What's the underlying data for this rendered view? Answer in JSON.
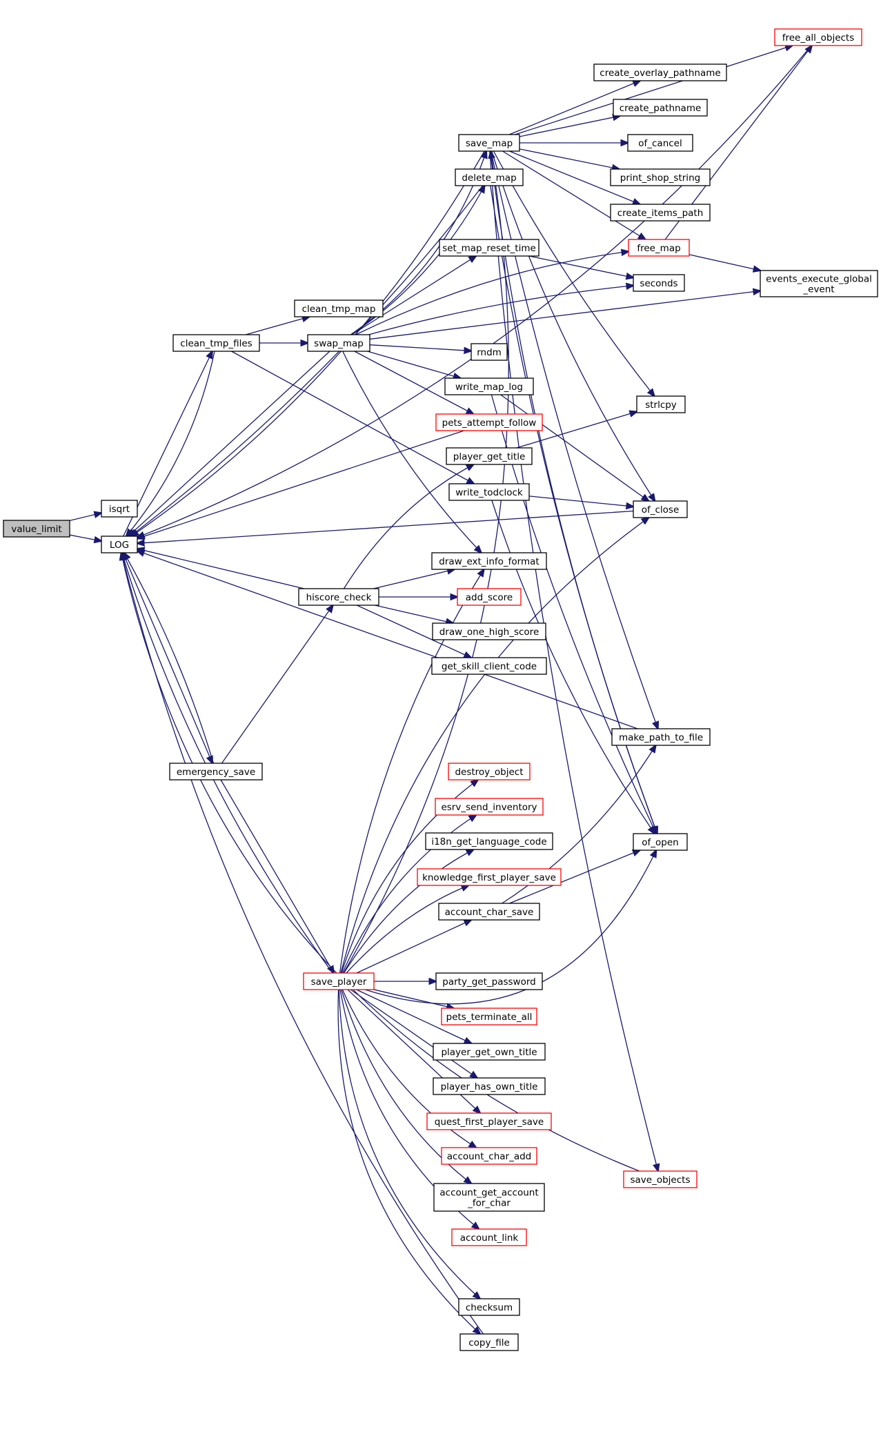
{
  "graph": {
    "colors": {
      "edge": "#191970",
      "node_border": "#000000",
      "node_border_incomplete": "#ff0000",
      "root_fill": "#bfbfbf",
      "node_fill": "#ffffff"
    },
    "nodes": [
      {
        "id": "value_limit",
        "lines": [
          "value_limit"
        ],
        "style": "root"
      },
      {
        "id": "isqrt",
        "lines": [
          "isqrt"
        ],
        "style": "normal"
      },
      {
        "id": "LOG",
        "lines": [
          "LOG"
        ],
        "style": "normal"
      },
      {
        "id": "clean_tmp_files",
        "lines": [
          "clean_tmp_files"
        ],
        "style": "normal"
      },
      {
        "id": "emergency_save",
        "lines": [
          "emergency_save"
        ],
        "style": "normal"
      },
      {
        "id": "hiscore_check",
        "lines": [
          "hiscore_check"
        ],
        "style": "normal"
      },
      {
        "id": "save_player",
        "lines": [
          "save_player"
        ],
        "style": "red"
      },
      {
        "id": "clean_tmp_map",
        "lines": [
          "clean_tmp_map"
        ],
        "style": "normal"
      },
      {
        "id": "swap_map",
        "lines": [
          "swap_map"
        ],
        "style": "normal"
      },
      {
        "id": "save_map",
        "lines": [
          "save_map"
        ],
        "style": "normal"
      },
      {
        "id": "delete_map",
        "lines": [
          "delete_map"
        ],
        "style": "normal"
      },
      {
        "id": "set_map_reset_time",
        "lines": [
          "set_map_reset_time"
        ],
        "style": "normal"
      },
      {
        "id": "rndm",
        "lines": [
          "rndm"
        ],
        "style": "normal"
      },
      {
        "id": "write_map_log",
        "lines": [
          "write_map_log"
        ],
        "style": "normal"
      },
      {
        "id": "pets_attempt_follow",
        "lines": [
          "pets_attempt_follow"
        ],
        "style": "red"
      },
      {
        "id": "player_get_title",
        "lines": [
          "player_get_title"
        ],
        "style": "normal"
      },
      {
        "id": "write_todclock",
        "lines": [
          "write_todclock"
        ],
        "style": "normal"
      },
      {
        "id": "draw_ext_info_format",
        "lines": [
          "draw_ext_info_format"
        ],
        "style": "normal"
      },
      {
        "id": "add_score",
        "lines": [
          "add_score"
        ],
        "style": "red"
      },
      {
        "id": "draw_one_high_score",
        "lines": [
          "draw_one_high_score"
        ],
        "style": "normal"
      },
      {
        "id": "get_skill_client_code",
        "lines": [
          "get_skill_client_code"
        ],
        "style": "normal"
      },
      {
        "id": "destroy_object",
        "lines": [
          "destroy_object"
        ],
        "style": "red"
      },
      {
        "id": "esrv_send_inventory",
        "lines": [
          "esrv_send_inventory"
        ],
        "style": "red"
      },
      {
        "id": "i18n_get_language_code",
        "lines": [
          "i18n_get_language_code"
        ],
        "style": "normal"
      },
      {
        "id": "knowledge_first_player_save",
        "lines": [
          "knowledge_first_player_save"
        ],
        "style": "red"
      },
      {
        "id": "account_char_save",
        "lines": [
          "account_char_save"
        ],
        "style": "normal"
      },
      {
        "id": "party_get_password",
        "lines": [
          "party_get_password"
        ],
        "style": "normal"
      },
      {
        "id": "pets_terminate_all",
        "lines": [
          "pets_terminate_all"
        ],
        "style": "red"
      },
      {
        "id": "player_get_own_title",
        "lines": [
          "player_get_own_title"
        ],
        "style": "normal"
      },
      {
        "id": "player_has_own_title",
        "lines": [
          "player_has_own_title"
        ],
        "style": "normal"
      },
      {
        "id": "quest_first_player_save",
        "lines": [
          "quest_first_player_save"
        ],
        "style": "red"
      },
      {
        "id": "account_char_add",
        "lines": [
          "account_char_add"
        ],
        "style": "red"
      },
      {
        "id": "account_get_account_for_char",
        "lines": [
          "account_get_account",
          "_for_char"
        ],
        "style": "normal"
      },
      {
        "id": "account_link",
        "lines": [
          "account_link"
        ],
        "style": "red"
      },
      {
        "id": "checksum",
        "lines": [
          "checksum"
        ],
        "style": "normal"
      },
      {
        "id": "copy_file",
        "lines": [
          "copy_file"
        ],
        "style": "normal"
      },
      {
        "id": "free_all_objects",
        "lines": [
          "free_all_objects"
        ],
        "style": "red"
      },
      {
        "id": "create_overlay_pathname",
        "lines": [
          "create_overlay_pathname"
        ],
        "style": "normal"
      },
      {
        "id": "create_pathname",
        "lines": [
          "create_pathname"
        ],
        "style": "normal"
      },
      {
        "id": "of_cancel",
        "lines": [
          "of_cancel"
        ],
        "style": "normal"
      },
      {
        "id": "print_shop_string",
        "lines": [
          "print_shop_string"
        ],
        "style": "normal"
      },
      {
        "id": "create_items_path",
        "lines": [
          "create_items_path"
        ],
        "style": "normal"
      },
      {
        "id": "free_map",
        "lines": [
          "free_map"
        ],
        "style": "red"
      },
      {
        "id": "seconds",
        "lines": [
          "seconds"
        ],
        "style": "normal"
      },
      {
        "id": "events_execute_global_event",
        "lines": [
          "events_execute_global",
          "_event"
        ],
        "style": "normal"
      },
      {
        "id": "strlcpy",
        "lines": [
          "strlcpy"
        ],
        "style": "normal"
      },
      {
        "id": "of_close",
        "lines": [
          "of_close"
        ],
        "style": "normal"
      },
      {
        "id": "make_path_to_file",
        "lines": [
          "make_path_to_file"
        ],
        "style": "normal"
      },
      {
        "id": "of_open",
        "lines": [
          "of_open"
        ],
        "style": "normal"
      },
      {
        "id": "save_objects",
        "lines": [
          "save_objects"
        ],
        "style": "red"
      }
    ],
    "edges": [
      {
        "from": "value_limit",
        "to": "isqrt"
      },
      {
        "from": "value_limit",
        "to": "LOG"
      },
      {
        "from": "LOG",
        "to": "clean_tmp_files"
      },
      {
        "from": "LOG",
        "to": "emergency_save"
      },
      {
        "from": "clean_tmp_files",
        "to": "clean_tmp_map"
      },
      {
        "from": "clean_tmp_files",
        "to": "swap_map"
      },
      {
        "from": "clean_tmp_files",
        "to": "write_todclock"
      },
      {
        "from": "clean_tmp_files",
        "to": "LOG"
      },
      {
        "from": "swap_map",
        "to": "save_map"
      },
      {
        "from": "swap_map",
        "to": "delete_map"
      },
      {
        "from": "swap_map",
        "to": "set_map_reset_time"
      },
      {
        "from": "swap_map",
        "to": "free_map"
      },
      {
        "from": "swap_map",
        "to": "seconds"
      },
      {
        "from": "swap_map",
        "to": "events_execute_global_event"
      },
      {
        "from": "swap_map",
        "to": "rndm"
      },
      {
        "from": "swap_map",
        "to": "write_map_log"
      },
      {
        "from": "swap_map",
        "to": "pets_attempt_follow"
      },
      {
        "from": "swap_map",
        "to": "draw_ext_info_format"
      },
      {
        "from": "swap_map",
        "to": "LOG"
      },
      {
        "from": "save_map",
        "to": "free_all_objects"
      },
      {
        "from": "save_map",
        "to": "create_overlay_pathname"
      },
      {
        "from": "save_map",
        "to": "create_pathname"
      },
      {
        "from": "save_map",
        "to": "of_cancel"
      },
      {
        "from": "save_map",
        "to": "print_shop_string"
      },
      {
        "from": "save_map",
        "to": "create_items_path"
      },
      {
        "from": "save_map",
        "to": "free_map"
      },
      {
        "from": "save_map",
        "to": "strlcpy"
      },
      {
        "from": "save_map",
        "to": "of_close"
      },
      {
        "from": "save_map",
        "to": "make_path_to_file"
      },
      {
        "from": "save_map",
        "to": "of_open"
      },
      {
        "from": "save_map",
        "to": "save_objects"
      },
      {
        "from": "save_map",
        "to": "LOG"
      },
      {
        "from": "delete_map",
        "to": "of_open"
      },
      {
        "from": "delete_map",
        "to": "LOG"
      },
      {
        "from": "free_map",
        "to": "free_all_objects"
      },
      {
        "from": "free_map",
        "to": "events_execute_global_event"
      },
      {
        "from": "free_all_objects",
        "to": "LOG"
      },
      {
        "from": "set_map_reset_time",
        "to": "seconds"
      },
      {
        "from": "write_map_log",
        "to": "of_close"
      },
      {
        "from": "write_map_log",
        "to": "of_open"
      },
      {
        "from": "pets_attempt_follow",
        "to": "LOG"
      },
      {
        "from": "player_get_title",
        "to": "strlcpy"
      },
      {
        "from": "write_todclock",
        "to": "of_close"
      },
      {
        "from": "write_todclock",
        "to": "of_open"
      },
      {
        "from": "of_close",
        "to": "LOG"
      },
      {
        "from": "hiscore_check",
        "to": "player_get_title"
      },
      {
        "from": "hiscore_check",
        "to": "draw_ext_info_format"
      },
      {
        "from": "hiscore_check",
        "to": "add_score"
      },
      {
        "from": "hiscore_check",
        "to": "draw_one_high_score"
      },
      {
        "from": "hiscore_check",
        "to": "get_skill_client_code"
      },
      {
        "from": "hiscore_check",
        "to": "LOG"
      },
      {
        "from": "emergency_save",
        "to": "hiscore_check"
      },
      {
        "from": "emergency_save",
        "to": "save_player"
      },
      {
        "from": "emergency_save",
        "to": "LOG"
      },
      {
        "from": "make_path_to_file",
        "to": "LOG"
      },
      {
        "from": "save_player",
        "to": "draw_ext_info_format"
      },
      {
        "from": "save_player",
        "to": "of_close"
      },
      {
        "from": "save_player",
        "to": "destroy_object"
      },
      {
        "from": "save_player",
        "to": "esrv_send_inventory"
      },
      {
        "from": "save_player",
        "to": "i18n_get_language_code"
      },
      {
        "from": "save_player",
        "to": "knowledge_first_player_save"
      },
      {
        "from": "save_player",
        "to": "account_char_save"
      },
      {
        "from": "save_player",
        "to": "save_map"
      },
      {
        "from": "save_player",
        "to": "party_get_password"
      },
      {
        "from": "save_player",
        "to": "pets_terminate_all"
      },
      {
        "from": "save_player",
        "to": "player_get_own_title"
      },
      {
        "from": "save_player",
        "to": "player_has_own_title"
      },
      {
        "from": "save_player",
        "to": "quest_first_player_save"
      },
      {
        "from": "save_player",
        "to": "account_char_add"
      },
      {
        "from": "save_player",
        "to": "account_get_account_for_char"
      },
      {
        "from": "save_player",
        "to": "account_link"
      },
      {
        "from": "save_player",
        "to": "of_open"
      },
      {
        "from": "save_player",
        "to": "checksum"
      },
      {
        "from": "save_player",
        "to": "copy_file"
      },
      {
        "from": "save_player",
        "to": "LOG"
      },
      {
        "from": "account_char_save",
        "to": "make_path_to_file"
      },
      {
        "from": "account_char_save",
        "to": "of_open"
      },
      {
        "from": "copy_file",
        "to": "LOG"
      },
      {
        "from": "save_objects",
        "to": "LOG"
      }
    ]
  }
}
